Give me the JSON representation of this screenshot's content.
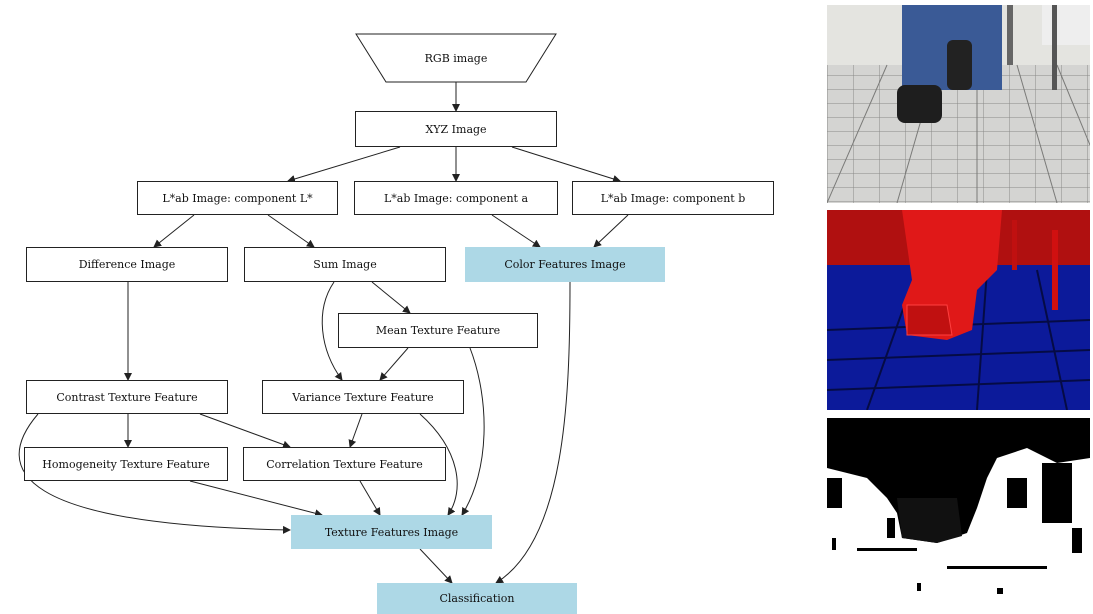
{
  "diagram": {
    "nodes": {
      "rgb": "RGB image",
      "xyz": "XYZ Image",
      "lstar": "L*ab Image: component L*",
      "acomp": "L*ab Image: component a",
      "bcomp": "L*ab Image: component b",
      "diff": "Difference Image",
      "sum": "Sum Image",
      "colorfeat": "Color Features Image",
      "mean": "Mean Texture Feature",
      "contrast": "Contrast Texture Feature",
      "variance": "Variance Texture Feature",
      "homog": "Homogeneity Texture Feature",
      "corr": "Correlation Texture Feature",
      "texfeat": "Texture Features Image",
      "classif": "Classification"
    },
    "colors": {
      "highlight": "#add8e6",
      "stroke": "#222222"
    }
  },
  "photos": {
    "panels": [
      "original-photo",
      "lab-color-map",
      "binary-classification-mask"
    ],
    "colors": {
      "red": "#e01010",
      "blue": "#1020c0",
      "black": "#000000",
      "white": "#ffffff"
    }
  }
}
